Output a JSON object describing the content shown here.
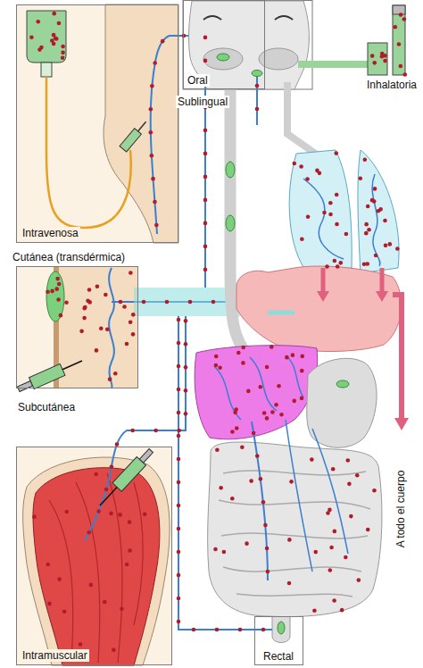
{
  "diagram": {
    "nodes": [
      {
        "text": [
          "Intravenosa"
        ]
      },
      {
        "text": [
          "Oral",
          "Sublingual"
        ]
      },
      {
        "text": [
          "Cutánea (transdérmica)",
          "Subcutánea"
        ]
      },
      {
        "text": [
          "Intramuscular"
        ]
      },
      {
        "text": [
          "Rectal"
        ]
      }
    ],
    "labels": [
      "Inhalatoria",
      "A todo el cuerpo"
    ]
  }
}
